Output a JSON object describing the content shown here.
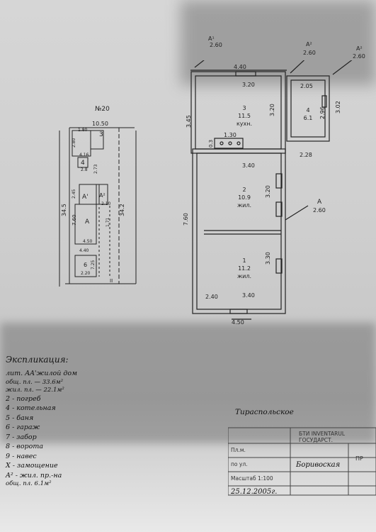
{
  "site_plan": {
    "number": "№20",
    "width_top": "10.50",
    "side_left": "34.5",
    "side_right": "34.2",
    "dims": [
      "1.80",
      "2.80",
      "4.16",
      "2.73",
      "2.45",
      "7.60",
      "4.50",
      "4.40",
      "2.10",
      "7.25",
      "1.71"
    ],
    "labels": [
      "3",
      "4",
      "A'",
      "A²",
      "A",
      "6"
    ],
    "box_codes": [
      "2.8",
      "2.20"
    ],
    "roman_mark": "II"
  },
  "floor_plan": {
    "callouts": [
      {
        "name": "A¹",
        "value": "2.60"
      },
      {
        "name": "A²",
        "value": "2.60"
      },
      {
        "name": "A²",
        "value": "2.60"
      },
      {
        "name": "A",
        "value": "2.60"
      }
    ],
    "dims": {
      "top": "4.40",
      "left_upper": "3.45",
      "left": "7.60",
      "bottom": "4.50",
      "kitchen_w": "3.20",
      "kitchen_h": "3.20",
      "annex_w": "2.05",
      "annex_h": "2.96",
      "annex_outer": "3.02",
      "annex_bottom": "2.28",
      "stove_w": "1.30",
      "stove_h": "0.3",
      "room2_w": "3.40",
      "room2_h": "3.20",
      "room1_h": "3.30",
      "room1_w": "3.40",
      "room1_left": "2.40"
    },
    "rooms": [
      {
        "num": "3",
        "area": "11.5",
        "kind": "кухн."
      },
      {
        "num": "4",
        "area": "6.1",
        "kind": ""
      },
      {
        "num": "2",
        "area": "10.9",
        "kind": "жил."
      },
      {
        "num": "1",
        "area": "11.2",
        "kind": "жил."
      }
    ]
  },
  "legend": {
    "heading": "Экспликация:",
    "lines": [
      "лит. AA'жилой дом",
      "общ. пл. — 33.6м²",
      "жил. пл. — 22.1м²",
      "2 - погреб",
      "4 - котельная",
      "5 - баня",
      "6 - гараж",
      "7 - забор",
      "8 - ворота",
      "9 - навес",
      "X - замощение",
      "A² - жил. пр.-на",
      "общ. пл. 6.1м²"
    ]
  },
  "stamp": {
    "org": "Тираспольское",
    "org_line2": "БТИ INVENTARUL",
    "org_line3": "ГОСУДАРСТ.",
    "row1_label": "Пл.м.",
    "row1_value": "",
    "row2_label": "по ул.",
    "row2_value": "",
    "row3_label": "Масштаб 1:100",
    "row3_value": "Боривоская",
    "date": "25.12.2005г.",
    "sign_label": "",
    "side_label": "ПР"
  }
}
